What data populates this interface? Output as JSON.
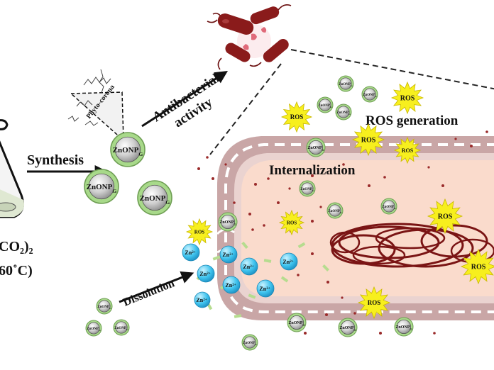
{
  "labels": {
    "synthesis": "Synthesis",
    "antibacterial_line1": "Antibacterial",
    "antibacterial_line2": "activity",
    "phyto_corona": "Phyto-corona",
    "ros_generation": "ROS generation",
    "internalization": "Internalization",
    "dissolution": "Dissolution",
    "reagent_line1": "CO₂)₂",
    "reagent_line2": "60˚C)"
  },
  "nanoparticle": {
    "label": "ZnONP",
    "subscript": "G"
  },
  "ros": {
    "label": "ROS"
  },
  "zinc_ion": {
    "label": "Zn",
    "superscript": "2+"
  },
  "colors": {
    "nanoparticle_shell": "#a8d98a",
    "nanoparticle_core": "#cfcfcf",
    "ros_burst": "#f7ef1e",
    "zinc_ion": "#3ec3ee",
    "cell_interior": "#fadbcc",
    "cell_wall": "#c9a6a6",
    "cell_wall_dark": "#9d6f70",
    "dna": "#7a1414",
    "bacteria": "#8a1b1b",
    "dissolution_fragments": "#b6dc8f",
    "debris": "#9a2a2a"
  }
}
